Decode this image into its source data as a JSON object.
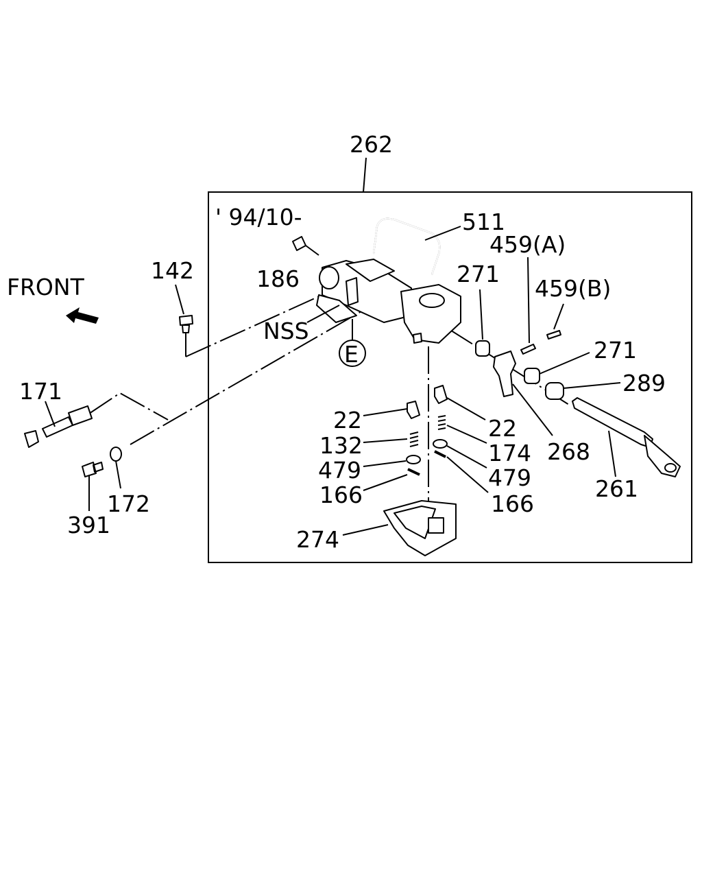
{
  "diagram": {
    "assembly_number": "262",
    "date_code": "' 94/10-",
    "front_label": "FRONT",
    "circle_marker": "E",
    "labels": {
      "p511": "511",
      "p459a": "459(A)",
      "p459b": "459(B)",
      "p271a": "271",
      "p271b": "271",
      "p289": "289",
      "p268": "268",
      "p261": "261",
      "p186": "186",
      "p142": "142",
      "nss": "NSS",
      "p171": "171",
      "p172": "172",
      "p391": "391",
      "p22a": "22",
      "p22b": "22",
      "p132": "132",
      "p174": "174",
      "p479a": "479",
      "p479b": "479",
      "p166a": "166",
      "p166b": "166",
      "p274": "274"
    }
  }
}
